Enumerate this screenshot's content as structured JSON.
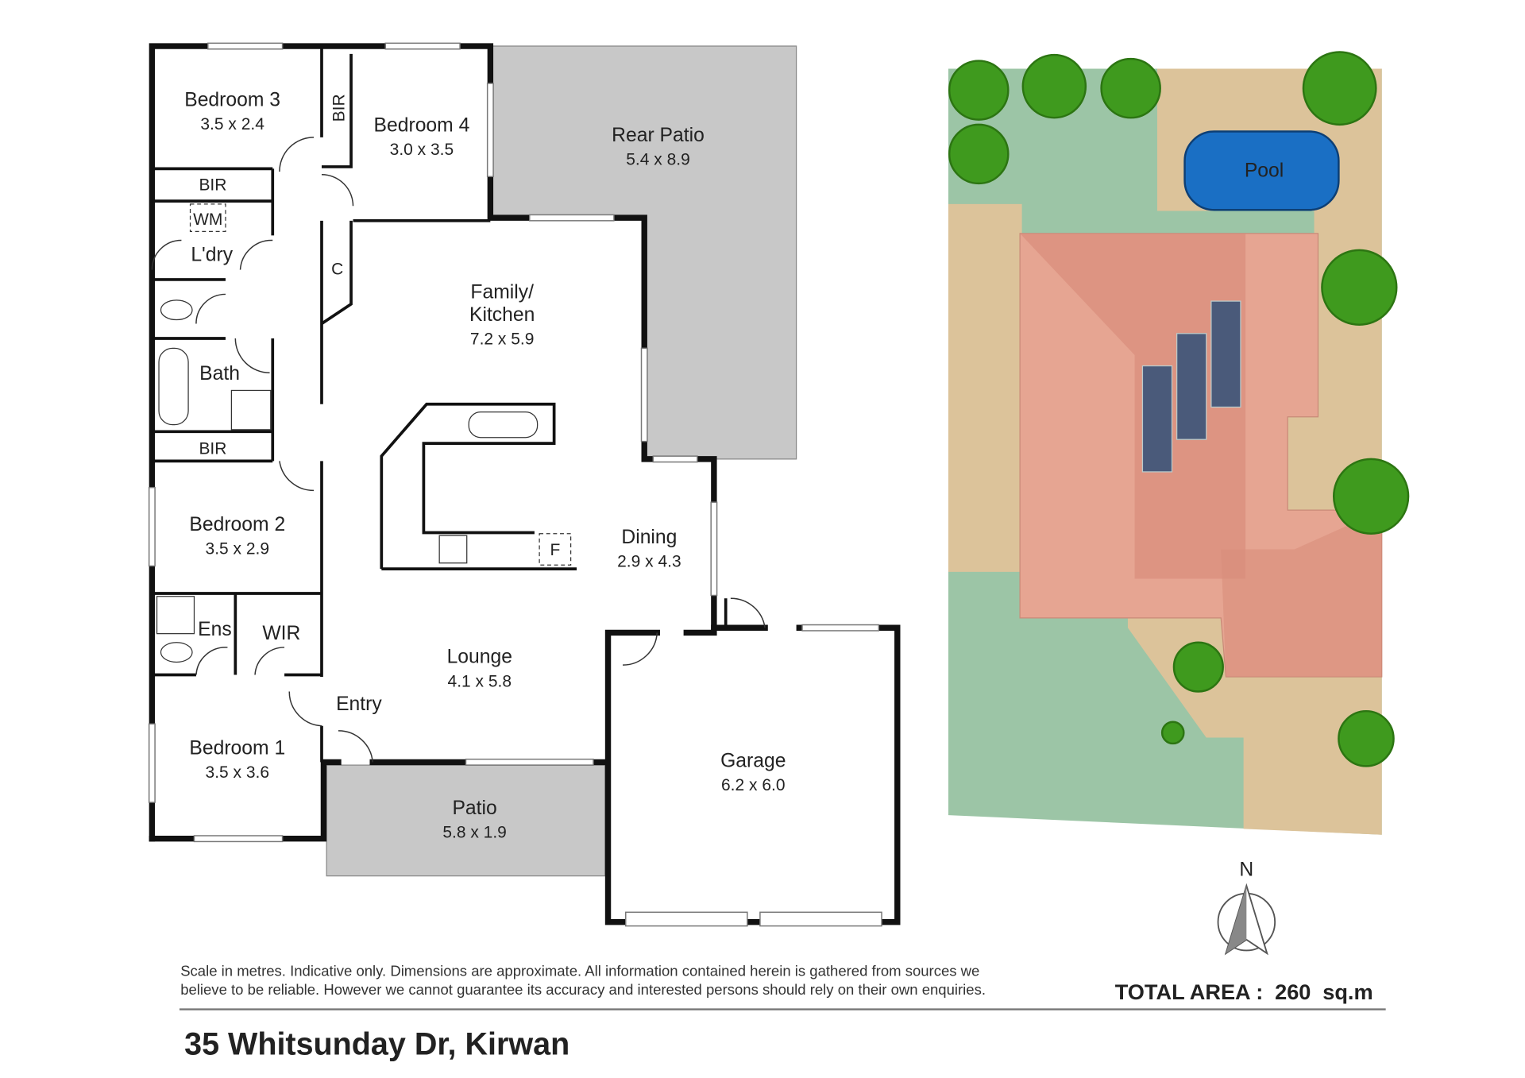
{
  "rooms": {
    "bedroom3": {
      "name": "Bedroom 3",
      "dim": "3.5 x 2.4"
    },
    "bedroom4": {
      "name": "Bedroom 4",
      "dim": "3.0 x 3.5"
    },
    "rear_patio": {
      "name": "Rear Patio",
      "dim": "5.4 x 8.9"
    },
    "family": {
      "name1": "Family/",
      "name2": "Kitchen",
      "dim": "7.2 x 5.9"
    },
    "dining": {
      "name": "Dining",
      "dim": "2.9 x 4.3"
    },
    "bedroom2": {
      "name": "Bedroom 2",
      "dim": "3.5 x 2.9"
    },
    "lounge": {
      "name": "Lounge",
      "dim": "4.1 x 5.8"
    },
    "bedroom1": {
      "name": "Bedroom 1",
      "dim": "3.5 x 3.6"
    },
    "garage": {
      "name": "Garage",
      "dim": "6.2 x 6.0"
    },
    "patio": {
      "name": "Patio",
      "dim": "5.8 x 1.9"
    }
  },
  "small_labels": {
    "bir_top": "BIR",
    "bir_vertical": "BIR",
    "wm": "WM",
    "laundry": "L'dry",
    "cupboard": "C",
    "bath": "Bath",
    "bir_mid": "BIR",
    "ensuite": "Ens",
    "wir": "WIR",
    "entry": "Entry",
    "fridge": "F"
  },
  "site": {
    "pool": "Pool",
    "north": "N"
  },
  "footer": {
    "disclaimer_line1": "Scale in metres. Indicative only. Dimensions are approximate. All information contained herein is gathered from sources we",
    "disclaimer_line2": "believe to be reliable. However we cannot guarantee its accuracy and interested persons should rely on their own enquiries.",
    "total_area_label": "TOTAL AREA :",
    "total_area_value": "260",
    "total_area_unit": "sq.m",
    "address": "35 Whitsunday Dr, Kirwan"
  }
}
